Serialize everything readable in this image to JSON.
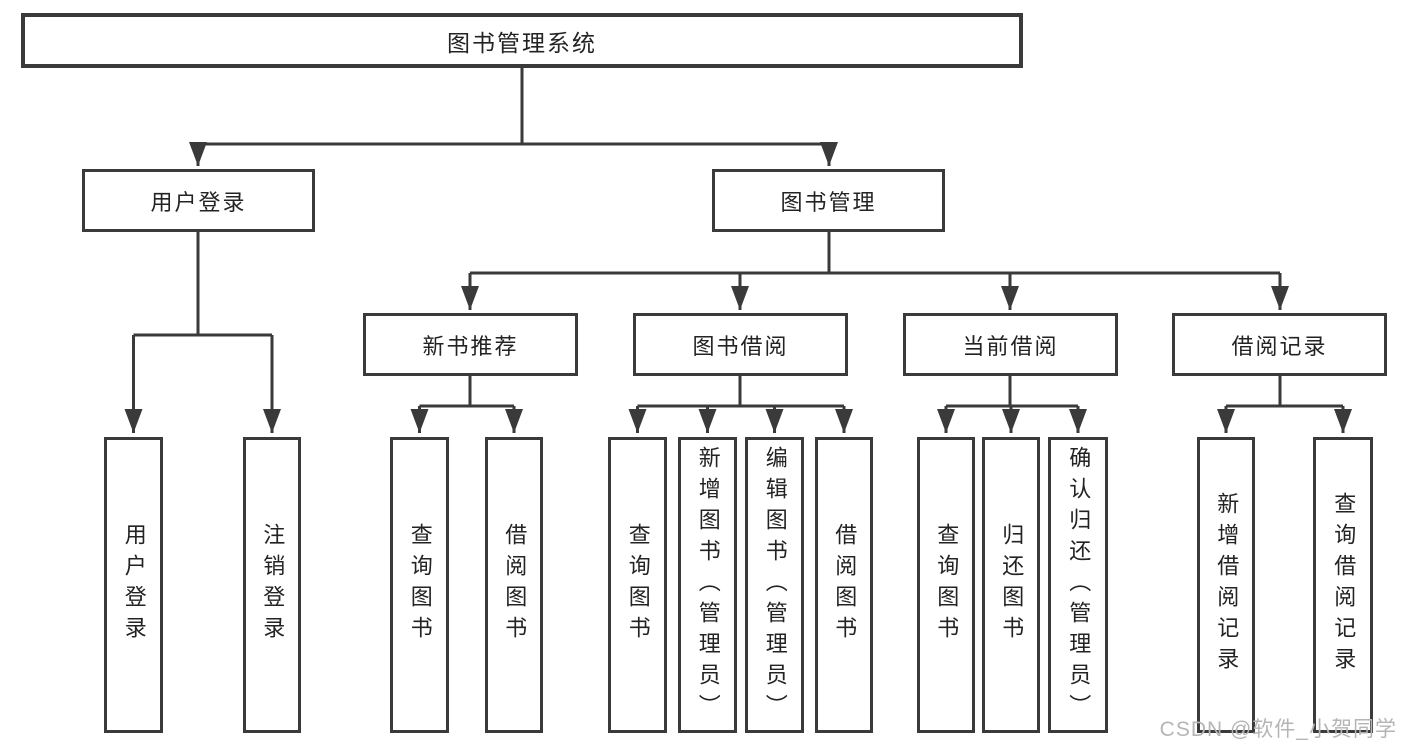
{
  "title": "图书管理系统",
  "watermark": "CSDN @软件_小贺同学",
  "colors": {
    "line": "#3a3a3a",
    "text": "#232323",
    "watermark": "#b5b5b5",
    "background": "#ffffff"
  },
  "level2": [
    {
      "label": "用户登录"
    },
    {
      "label": "图书管理"
    }
  ],
  "level3": [
    {
      "label": "新书推荐"
    },
    {
      "label": "图书借阅"
    },
    {
      "label": "当前借阅"
    },
    {
      "label": "借阅记录"
    }
  ],
  "leaves": {
    "user_login": [
      {
        "label": "用户登录"
      },
      {
        "label": "注销登录"
      }
    ],
    "new_books": [
      {
        "label": "查询图书"
      },
      {
        "label": "借阅图书"
      }
    ],
    "book_borrow": [
      {
        "label": "查询图书"
      },
      {
        "label": "新增图书（管理员）"
      },
      {
        "label": "编辑图书（管理员）"
      },
      {
        "label": "借阅图书"
      }
    ],
    "current_borrow": [
      {
        "label": "查询图书"
      },
      {
        "label": "归还图书"
      },
      {
        "label": "确认归还（管理员）"
      }
    ],
    "borrow_records": [
      {
        "label": "新增借阅记录"
      },
      {
        "label": "查询借阅记录"
      }
    ]
  }
}
